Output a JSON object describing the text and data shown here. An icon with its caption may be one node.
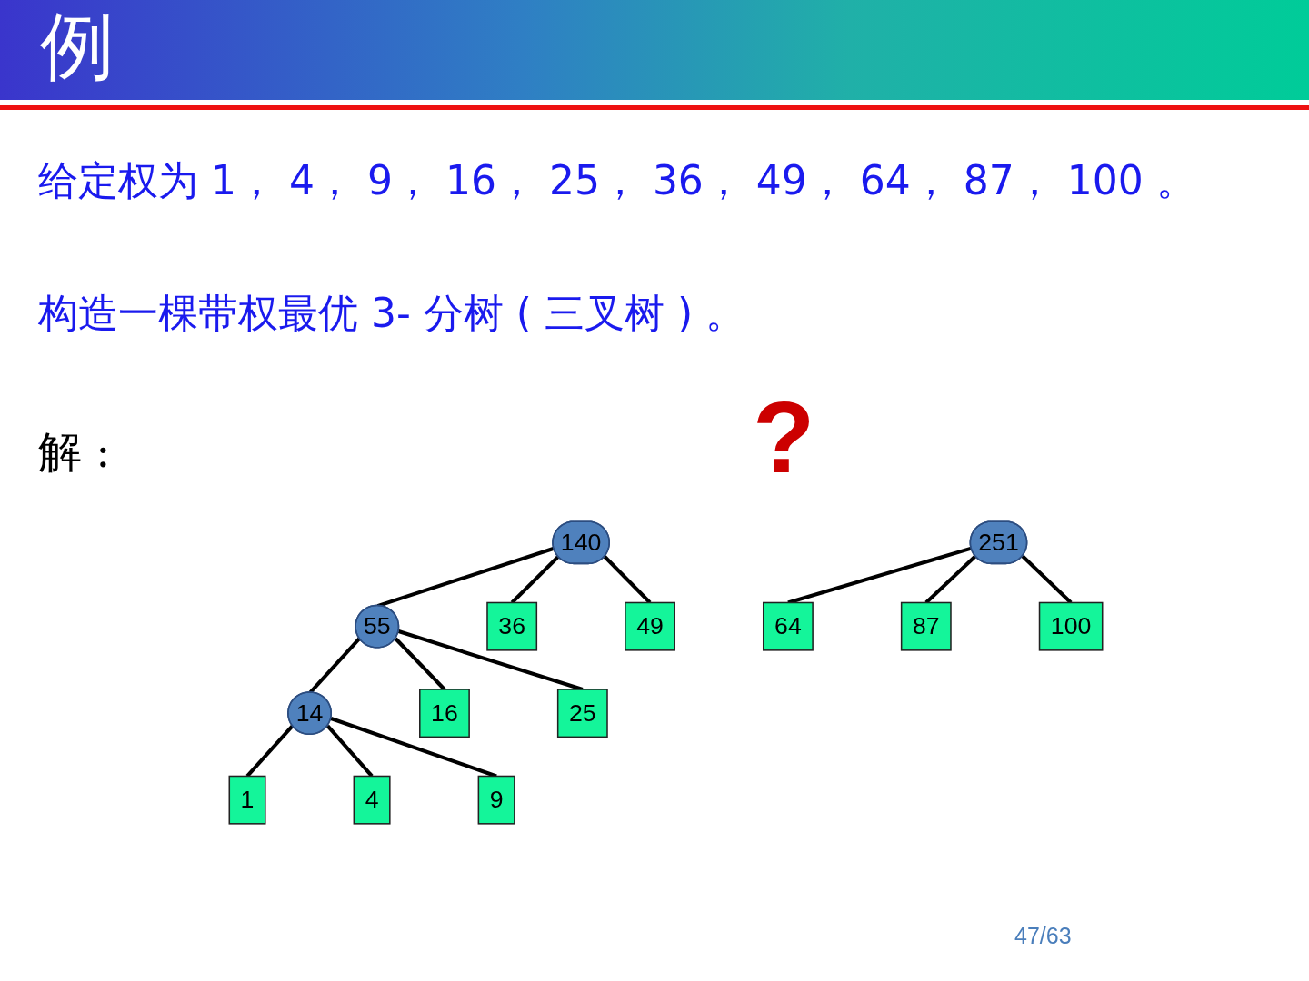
{
  "diagram": {
    "title": "例",
    "nodes": [
      {
        "text": [
          "140"
        ]
      },
      {
        "text": [
          "251"
        ]
      },
      {
        "text": [
          "55"
        ]
      },
      {
        "text": [
          "36"
        ]
      },
      {
        "text": [
          "49"
        ]
      },
      {
        "text": [
          "64"
        ]
      },
      {
        "text": [
          "87"
        ]
      },
      {
        "text": [
          "100"
        ]
      },
      {
        "text": [
          "14"
        ]
      },
      {
        "text": [
          "16"
        ]
      },
      {
        "text": [
          "25"
        ]
      },
      {
        "text": [
          "1"
        ]
      },
      {
        "text": [
          "4"
        ]
      },
      {
        "text": [
          "9"
        ]
      }
    ],
    "edges": [
      {
        "from": 0,
        "to": 2,
        "arrow": "none"
      },
      {
        "from": 0,
        "to": 3,
        "arrow": "none"
      },
      {
        "from": 0,
        "to": 4,
        "arrow": "none"
      },
      {
        "from": 1,
        "to": 5,
        "arrow": "none"
      },
      {
        "from": 1,
        "to": 6,
        "arrow": "none"
      },
      {
        "from": 1,
        "to": 7,
        "arrow": "none"
      },
      {
        "from": 2,
        "to": 8,
        "arrow": "none"
      },
      {
        "from": 2,
        "to": 9,
        "arrow": "none"
      },
      {
        "from": 2,
        "to": 10,
        "arrow": "none"
      },
      {
        "from": 8,
        "to": 11,
        "arrow": "none"
      },
      {
        "from": 8,
        "to": 12,
        "arrow": "none"
      },
      {
        "from": 8,
        "to": 13,
        "arrow": "none"
      }
    ],
    "labels": [
      "给定权为 1， 4， 9， 16， 25， 36， 49， 64， 87， 100 。",
      "构造一棵带权最优 3- 分树 ( 三叉树 ) 。",
      "解 :",
      "?",
      "47/63"
    ]
  }
}
